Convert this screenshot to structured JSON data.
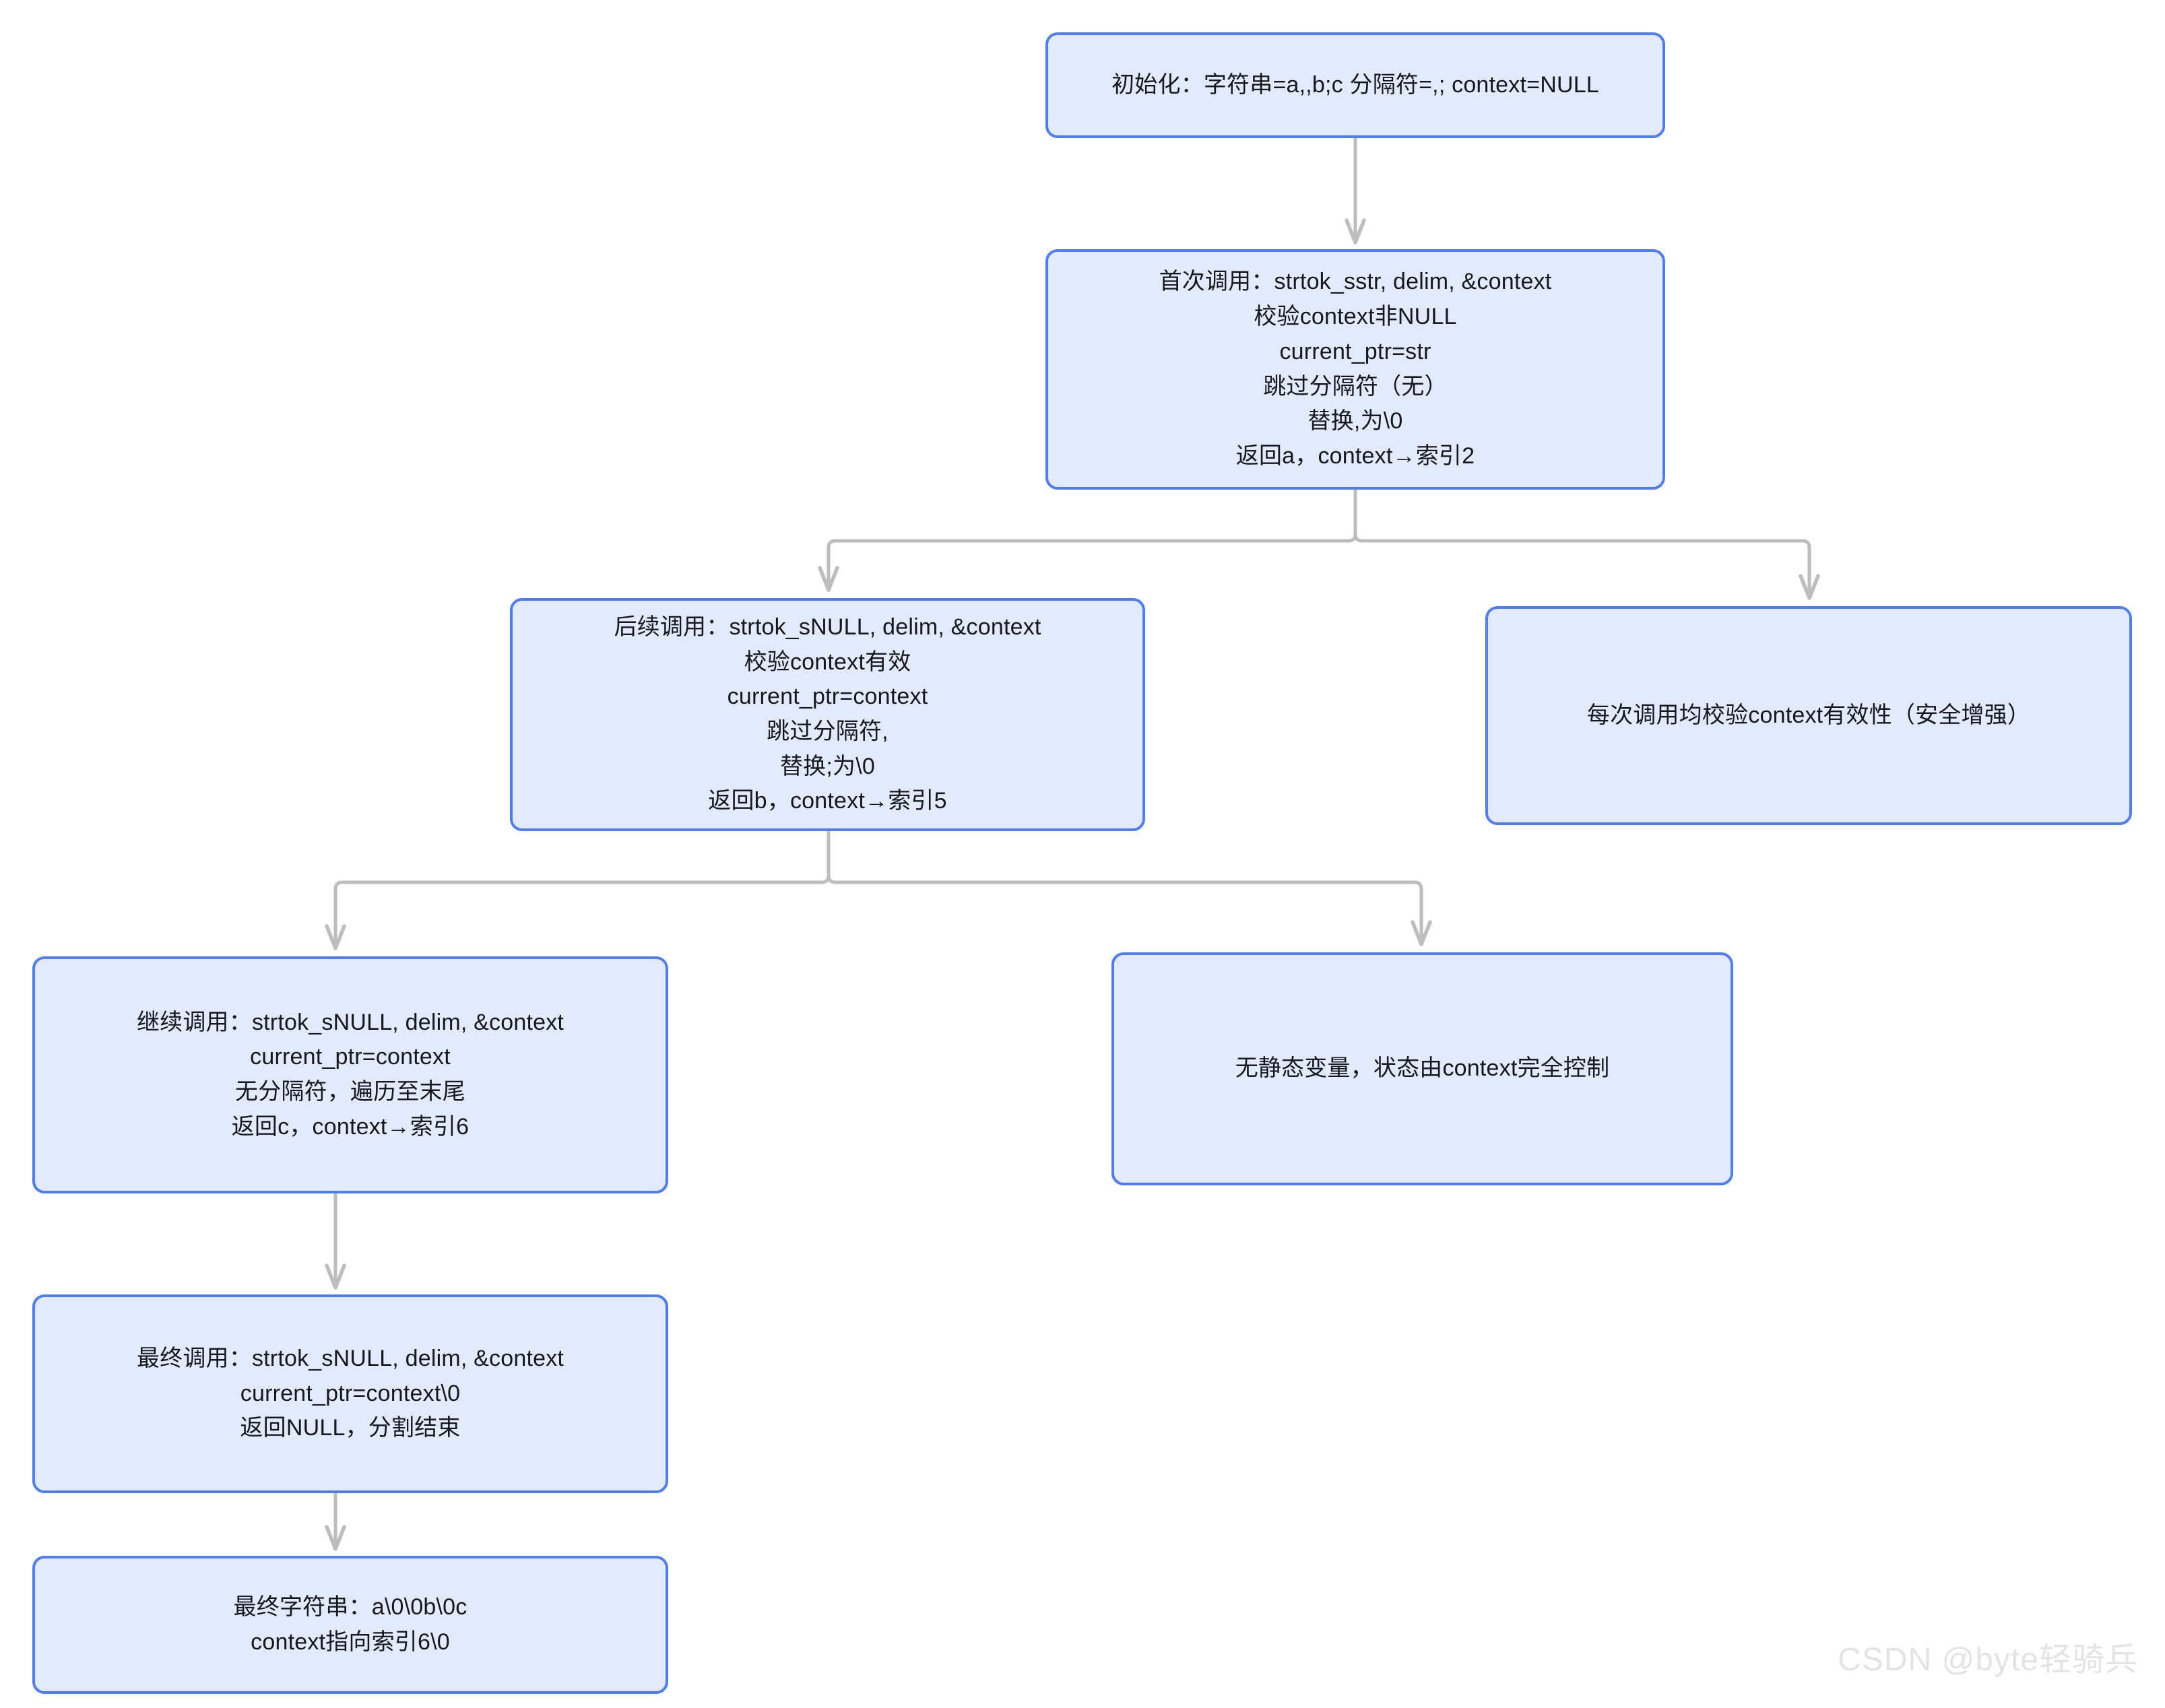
{
  "diagram": {
    "title_hidden": "",
    "theme": {
      "node_fill": "#e3eafd",
      "node_border": "#4f7df2",
      "edge_color": "#bdbdbd",
      "text_color": "#16181d",
      "background": "#ffffff",
      "watermark_color": "#e3e3e3"
    },
    "nodes": [
      {
        "id": "init",
        "name": "init-node",
        "text": "初始化：字符串=a,,b;c 分隔符=,; context=NULL"
      },
      {
        "id": "first-call",
        "name": "first-call-node",
        "text": "首次调用：strtok_sstr, delim, &context\n校验context非NULL\ncurrent_ptr=str\n跳过分隔符（无）\n替换,为\\0\n返回a，context→索引2"
      },
      {
        "id": "next-call",
        "name": "next-call-node",
        "text": "后续调用：strtok_sNULL, delim, &context\n校验context有效\ncurrent_ptr=context\n跳过分隔符,\n替换;为\\0\n返回b，context→索引5"
      },
      {
        "id": "validate-context",
        "name": "validate-context-node",
        "text": "每次调用均校验context有效性（安全增强）"
      },
      {
        "id": "continue-call",
        "name": "continue-call-node",
        "text": "继续调用：strtok_sNULL, delim, &context\ncurrent_ptr=context\n无分隔符，遍历至末尾\n返回c，context→索引6"
      },
      {
        "id": "no-static",
        "name": "no-static-node",
        "text": "无静态变量，状态由context完全控制"
      },
      {
        "id": "final-call",
        "name": "final-call-node",
        "text": "最终调用：strtok_sNULL, delim, &context\ncurrent_ptr=context\\0\n返回NULL，分割结束"
      },
      {
        "id": "final-string",
        "name": "final-string-node",
        "text": "最终字符串：a\\0\\0b\\0c\ncontext指向索引6\\0"
      }
    ],
    "edges": [
      {
        "from": "init",
        "to": "first-call",
        "label": ""
      },
      {
        "from": "first-call",
        "to": "next-call",
        "label": ""
      },
      {
        "from": "first-call",
        "to": "validate-context",
        "label": ""
      },
      {
        "from": "next-call",
        "to": "continue-call",
        "label": ""
      },
      {
        "from": "next-call",
        "to": "no-static",
        "label": ""
      },
      {
        "from": "continue-call",
        "to": "final-call",
        "label": ""
      },
      {
        "from": "final-call",
        "to": "final-string",
        "label": ""
      }
    ],
    "watermark": "CSDN @byte轻骑兵"
  }
}
